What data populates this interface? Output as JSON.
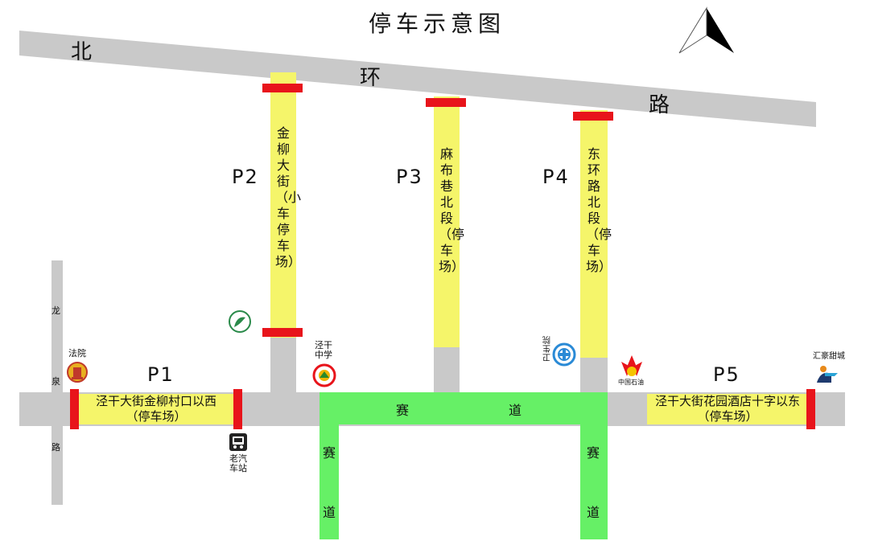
{
  "title": "停车示意图",
  "north_road": {
    "chars": [
      "北",
      "环",
      "路"
    ]
  },
  "west_road": {
    "chars": [
      "龙",
      "泉",
      "路"
    ]
  },
  "parking": {
    "p1": {
      "id": "P1",
      "name_line1": "泾干大街金柳村口以西",
      "name_line2": "（停车场）"
    },
    "p2": {
      "id": "P2",
      "name": "金柳大街（小车停车场）"
    },
    "p3": {
      "id": "P3",
      "name": "麻布巷北段（停车场）"
    },
    "p4": {
      "id": "P4",
      "name": "东环路北段（停车场）"
    },
    "p5": {
      "id": "P5",
      "name_line1": "泾干大街花园酒店十字以东",
      "name_line2": "（停车场）"
    }
  },
  "race_track": {
    "top_chars": [
      "赛",
      "道"
    ],
    "left_chars": [
      "赛",
      "道"
    ],
    "right_chars": [
      "赛",
      "道"
    ]
  },
  "landmarks": {
    "court": "法院",
    "bus_station": "老汽车站",
    "school": "泾干中学",
    "clinic": "卫生院",
    "petrochina": "中国石油",
    "mall": "汇豪甜城"
  },
  "colors": {
    "road": "#c9c9c9",
    "parking": "#f5f56a",
    "race_track": "#66f066",
    "barrier": "#e8141b"
  },
  "icons": {
    "north_arrow": "north-arrow-icon",
    "court": "court-emblem-icon",
    "bus": "bus-icon",
    "school": "school-emblem-icon",
    "clinic": "clinic-icon",
    "petrochina": "petrochina-logo-icon",
    "mall": "mall-logo-icon",
    "park": "park-logo-icon"
  }
}
